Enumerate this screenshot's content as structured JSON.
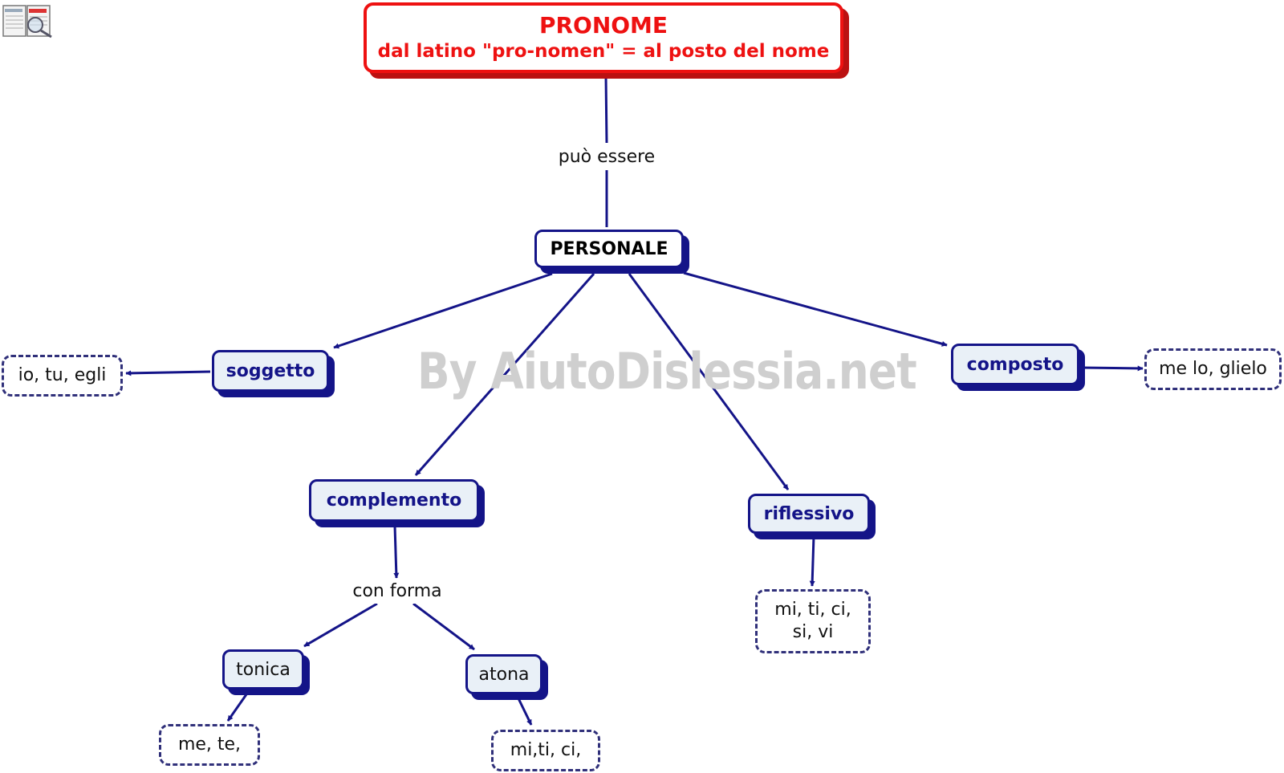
{
  "title": {
    "main": "PRONOME",
    "subtitle": "dal latino \"pro-nomen\" = al posto del nome"
  },
  "watermark": "By AiutoDislessia.net",
  "links": {
    "puo_essere": "può essere",
    "con_forma": "con forma"
  },
  "concepts": {
    "personale": "PERSONALE",
    "soggetto": "soggetto",
    "complemento": "complemento",
    "riflessivo": "riflessivo",
    "composto": "composto",
    "tonica": "tonica",
    "atona": "atona"
  },
  "examples": {
    "soggetto": "io, tu, egli",
    "composto": "me lo, glielo",
    "riflessivo_line1": "mi, ti, ci,",
    "riflessivo_line2": "si, vi",
    "tonica": "me, te,",
    "atona": "mi,ti, ci,"
  },
  "colors": {
    "title": "#ee1111",
    "concept_border": "#141488",
    "concept_fill": "#e9f0f7",
    "example_border": "#30307a",
    "watermark": "#cfcfcf"
  },
  "icons": {
    "logo": "book-magnifier-icon"
  }
}
